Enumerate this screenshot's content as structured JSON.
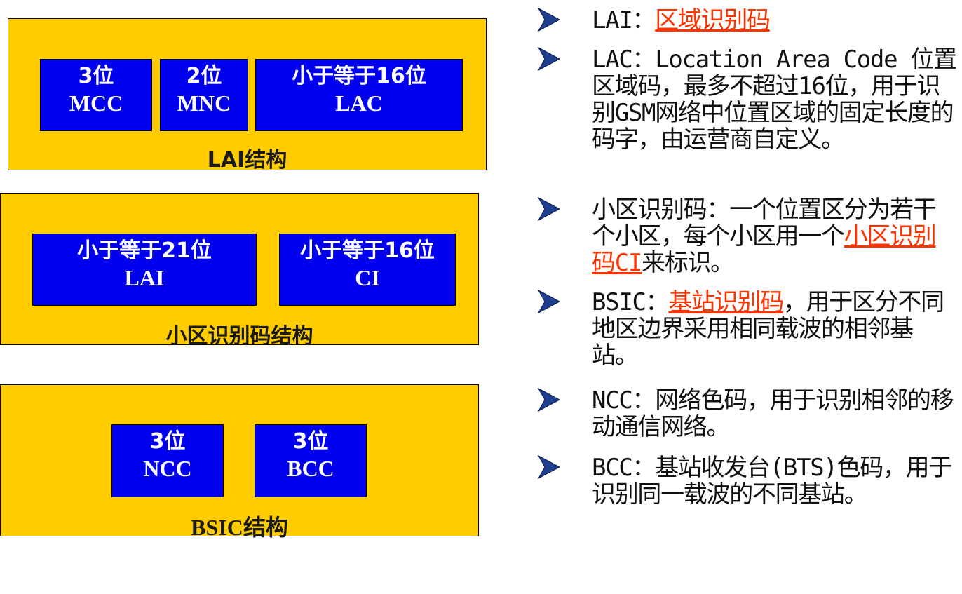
{
  "colors": {
    "panel": "#ffcc00",
    "field": "#0000ee",
    "highlight": "#ff3300",
    "bullet": "#1f3f8f"
  },
  "diagrams": {
    "lai": {
      "caption": "LAI结构",
      "fields": [
        {
          "bits": "3位",
          "name": "MCC"
        },
        {
          "bits": "2位",
          "name": "MNC"
        },
        {
          "bits": "小于等于16位",
          "name": "LAC"
        }
      ]
    },
    "cell": {
      "caption": "小区识别码结构",
      "fields": [
        {
          "bits": "小于等于21位",
          "name": "LAI"
        },
        {
          "bits": "小于等于16位",
          "name": "CI"
        }
      ]
    },
    "bsic": {
      "caption": "BSIC结构",
      "fields": [
        {
          "bits": "3位",
          "name": "NCC"
        },
        {
          "bits": "3位",
          "name": "BCC"
        }
      ]
    }
  },
  "bullet_icon": "arrow-bullet-icon",
  "bullets": [
    {
      "pre": "LAI：",
      "hl": "区域识别码",
      "post": ""
    },
    {
      "pre": "LAC：Location Area Code 位置区域码，最多不超过16位，用于识别GSM网络中位置区域的固定长度的码字，由运营商自定义。",
      "hl": "",
      "post": ""
    },
    {
      "pre": "小区识别码：一个位置区分为若干个小区，每个小区用一个",
      "hl": "小区识别码CI",
      "post": "来标识。"
    },
    {
      "pre": "BSIC：",
      "hl": "基站识别码",
      "post": "，用于区分不同地区边界采用相同载波的相邻基站。"
    },
    {
      "pre": "NCC：网络色码，用于识别相邻的移动通信网络。",
      "hl": "",
      "post": ""
    },
    {
      "pre": "BCC：基站收发台(BTS)色码，用于识别同一载波的不同基站。",
      "hl": "",
      "post": ""
    }
  ]
}
